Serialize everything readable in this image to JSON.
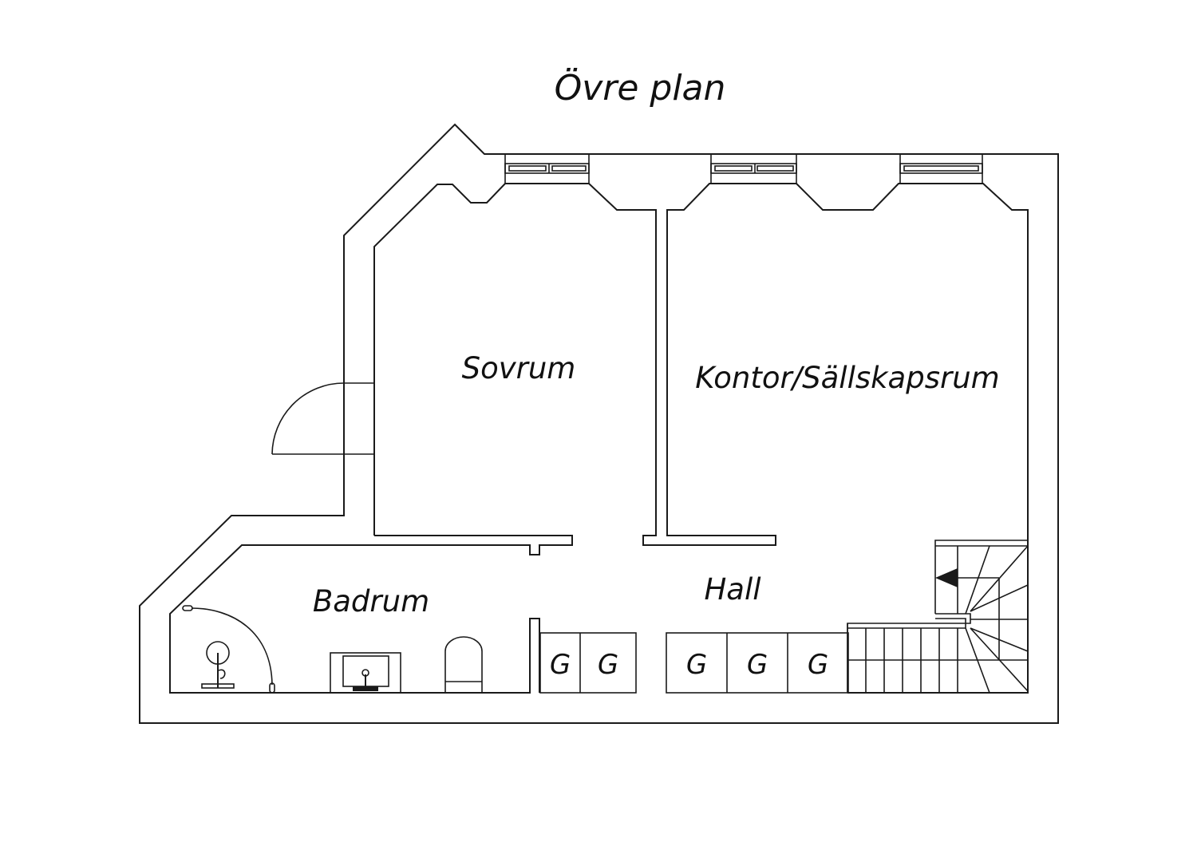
{
  "title": "Övre plan",
  "rooms": {
    "sovrum": "Sovrum",
    "kontor": "Kontor/Sällskapsrum",
    "badrum": "Badrum",
    "hall": "Hall"
  },
  "wardrobes": [
    {
      "label": "G"
    },
    {
      "label": "G"
    },
    {
      "label": "G"
    },
    {
      "label": "G"
    },
    {
      "label": "G"
    }
  ],
  "colors": {
    "line": "#1a1a1a",
    "background": "#ffffff"
  },
  "icons": {
    "stair_direction": "arrow-left-icon"
  }
}
